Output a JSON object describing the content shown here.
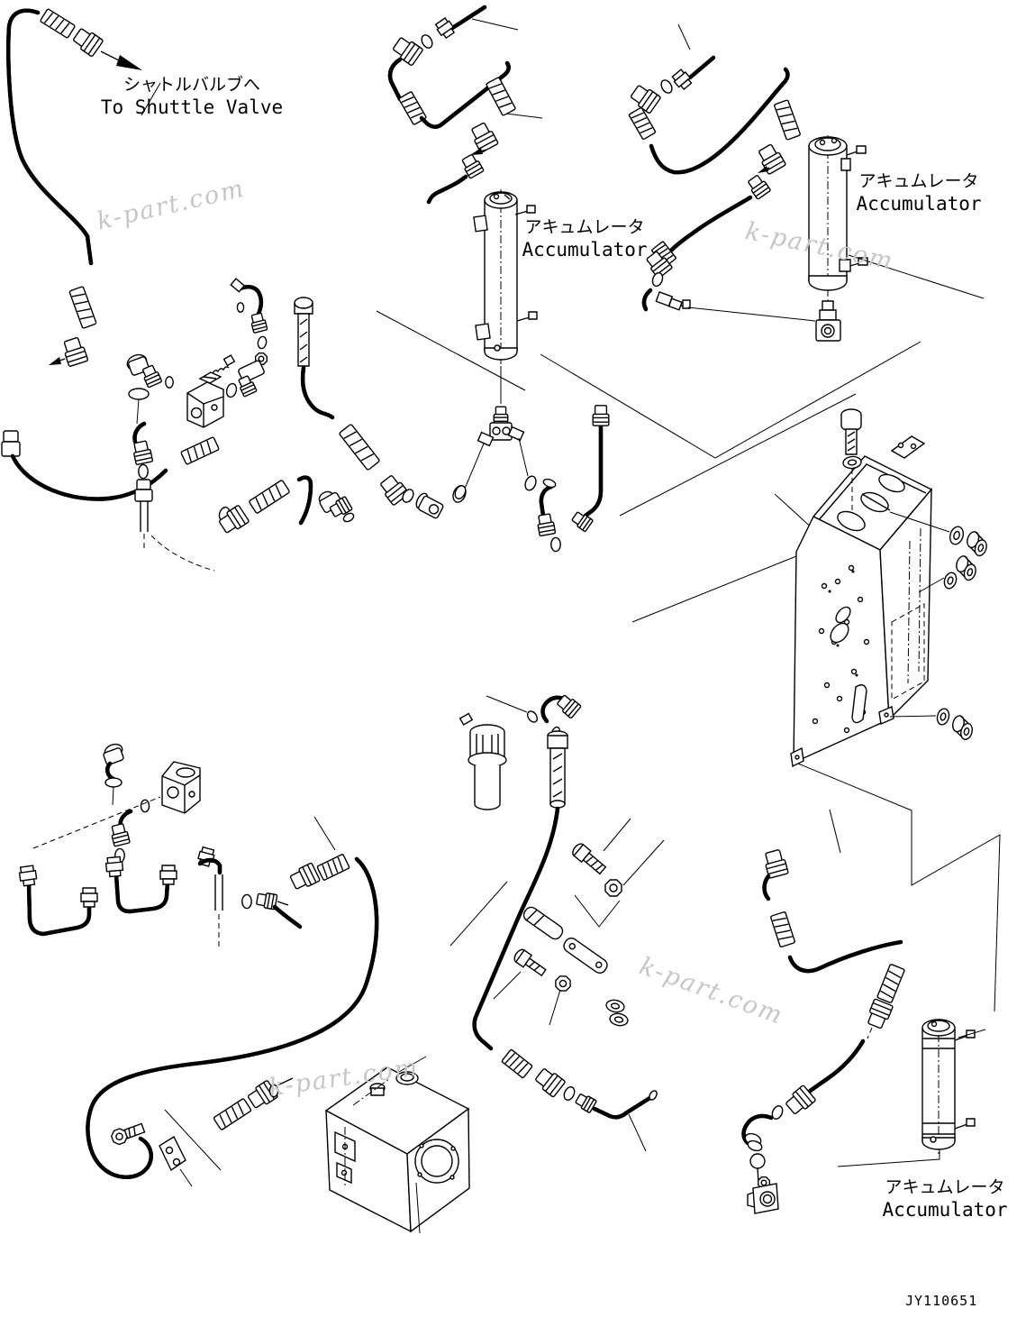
{
  "page": {
    "bg": "#ffffff",
    "ink": "#000000",
    "watermark_color": "#c6c6c6",
    "part_number": "JY110651"
  },
  "labels": {
    "to_shuttle_valve": {
      "jp": "シャトルバルブへ",
      "en": "To Shuttle Valve"
    },
    "accumulator_mid": {
      "jp": "アキュムレータ",
      "en": "Accumulator"
    },
    "accumulator_top_right": {
      "jp": "アキュムレータ",
      "en": "Accumulator"
    },
    "accumulator_bottom_right": {
      "jp": "アキュムレータ",
      "en": "Accumulator"
    }
  },
  "watermark": {
    "text": "k-part.com"
  }
}
